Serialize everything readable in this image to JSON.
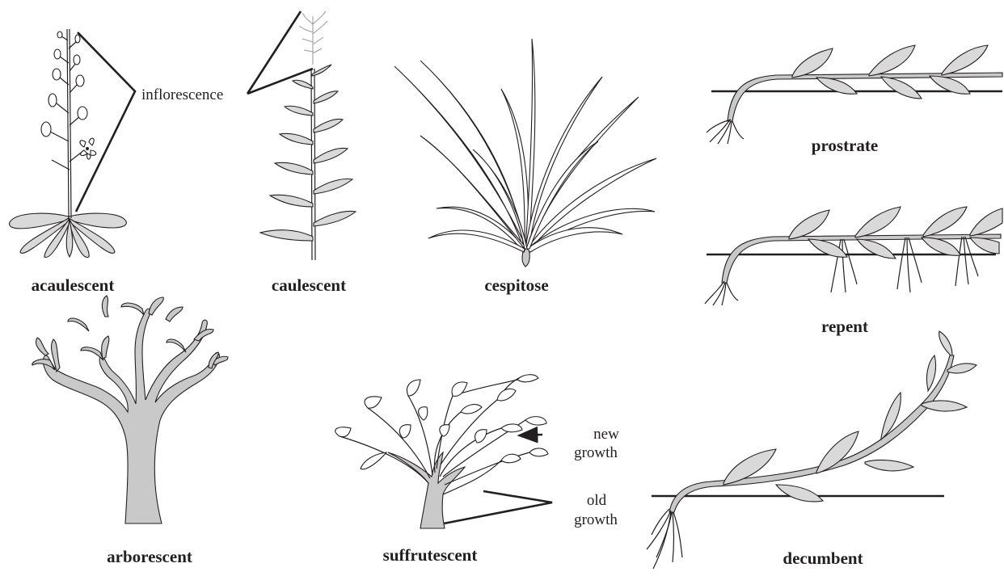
{
  "labels": {
    "acaulescent": "acaulescent",
    "caulescent": "caulescent",
    "cespitose": "cespitose",
    "prostrate": "prostrate",
    "repent": "repent",
    "arborescent": "arborescent",
    "suffrutescent": "suffrutescent",
    "decumbent": "decumbent"
  },
  "annotations": {
    "inflorescence": "inflorescence",
    "new_growth_line1": "new",
    "new_growth_line2": "growth",
    "old_growth_line1": "old",
    "old_growth_line2": "growth"
  },
  "colors": {
    "line": "#231f20",
    "leaf_fill": "#d9d9d9",
    "stem_fill": "#c9c9c9"
  }
}
